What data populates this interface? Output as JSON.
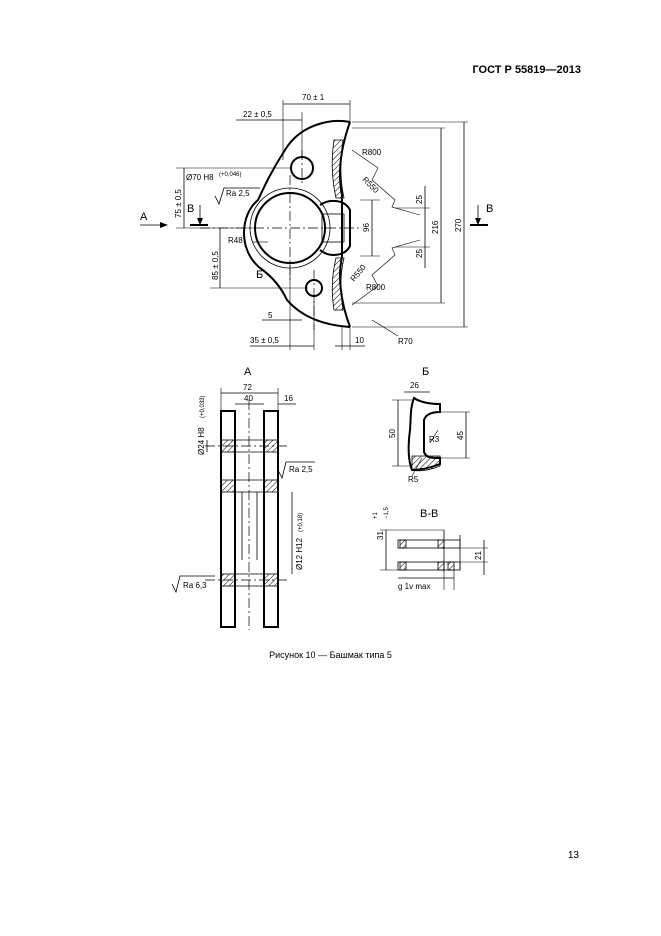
{
  "header": {
    "standard": "ГОСТ Р 55819—2013"
  },
  "main_view": {
    "dims": {
      "d70": "70 ± 1",
      "d22": "22 ± 0,5",
      "d70h8": "Ø70 H8",
      "d70h8_tol": "(+0,046)",
      "d75": "75 ± 0,5",
      "ra25": "Ra 2,5",
      "d85": "85 ± 0,5",
      "r48": "R48",
      "r800a": "R800",
      "r550a": "R550",
      "r550b": "R550",
      "r800b": "R800",
      "d25a": "25",
      "d25b": "25",
      "d216": "216",
      "d270": "270",
      "d96": "96",
      "d5": "5",
      "d35": "35 ± 0,5",
      "d10": "10",
      "r70": "R70"
    },
    "labels": {
      "a": "А",
      "b": "Б",
      "v_left": "В",
      "v_right": "В"
    }
  },
  "view_a": {
    "title": "А",
    "dims": {
      "d72": "72",
      "d40": "40",
      "d16": "16",
      "d24h8": "Ø24 H8",
      "d24h8_tol": "(+0,033)",
      "ra25": "Ra 2,5",
      "d12h12": "Ø12 H12",
      "d12h12_tol": "(+0,18)",
      "ra63": "Ra 6,3"
    }
  },
  "view_b": {
    "title": "Б",
    "dims": {
      "d26": "26",
      "d50": "50",
      "d45": "45",
      "r3": "R3",
      "r5": "R5"
    }
  },
  "view_vv": {
    "title": "В-В",
    "dims": {
      "d31": "31",
      "d31_tol": "+1",
      "d31_tol2": "−1,5",
      "d21": "21",
      "gmax": "g 1v max"
    }
  },
  "caption": "Рисунок  10 — Башмак типа 5",
  "page_number": "13"
}
